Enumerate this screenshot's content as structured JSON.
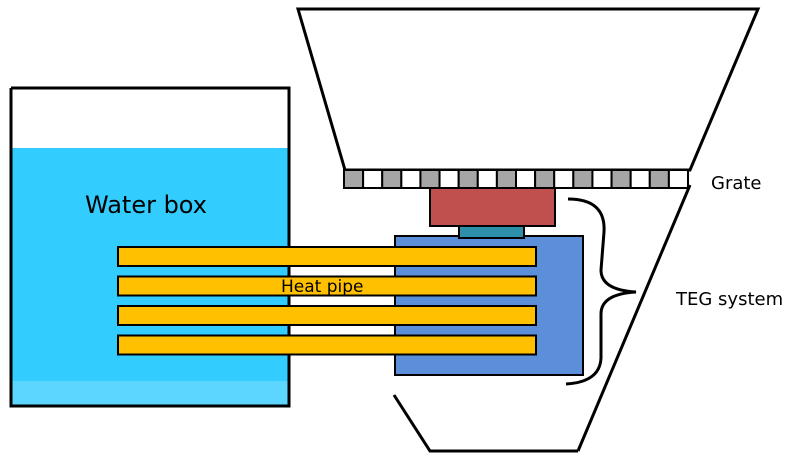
{
  "labels": {
    "water_box": "Water box",
    "heat_pipe": "Heat pipe",
    "grate": "Grate",
    "teg_system": "TEG system"
  },
  "colors": {
    "water": "#33ccff",
    "water_bottom": "#5dd6ff",
    "heat_pipe": "#ffc000",
    "heat_sink": "#5b8fd9",
    "heater_block": "#c0504d",
    "teg_module": "#2e8faa",
    "grate_dark": "#a6a6a6",
    "grate_light": "#ffffff",
    "outline": "#000000"
  },
  "grate_cells": 18,
  "heat_pipe_count": 4
}
